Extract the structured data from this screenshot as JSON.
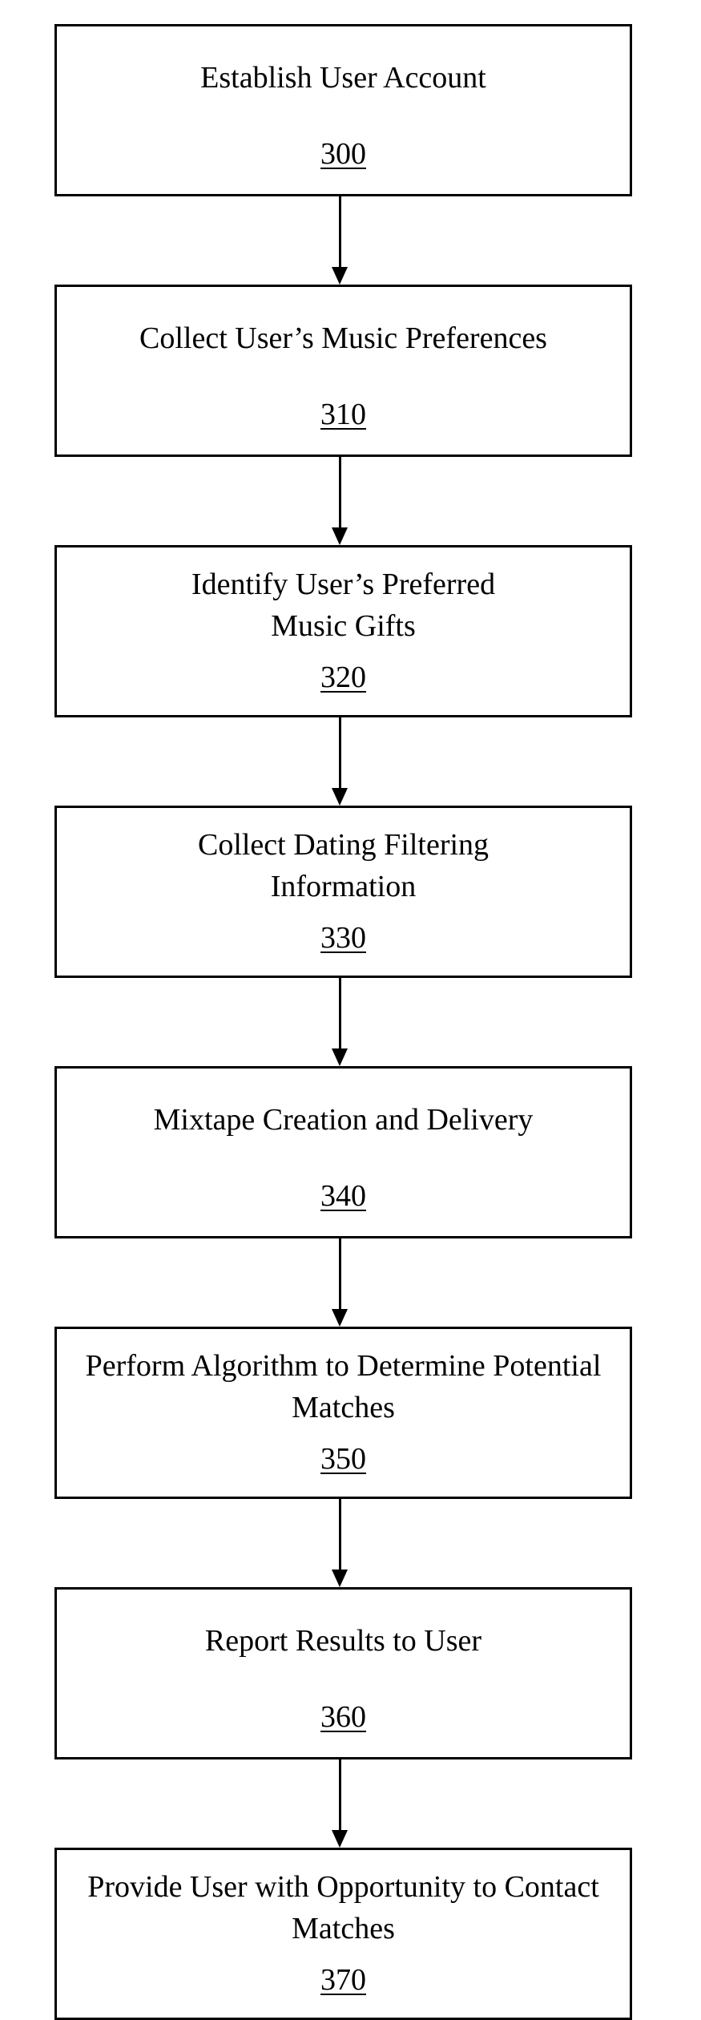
{
  "steps": [
    {
      "title": "Establish User Account",
      "number": "300"
    },
    {
      "title": "Collect User’s Music Preferences",
      "number": "310"
    },
    {
      "title": "Identify User’s Preferred Music Gifts",
      "number": "320"
    },
    {
      "title": "Collect Dating Filtering Information",
      "number": "330"
    },
    {
      "title": "Mixtape Creation and Delivery",
      "number": "340"
    },
    {
      "title": "Perform Algorithm to Determine Potential Matches",
      "number": "350"
    },
    {
      "title": "Report Results to User",
      "number": "360"
    },
    {
      "title": "Provide User with Opportunity to Contact Matches",
      "number": "370"
    }
  ]
}
